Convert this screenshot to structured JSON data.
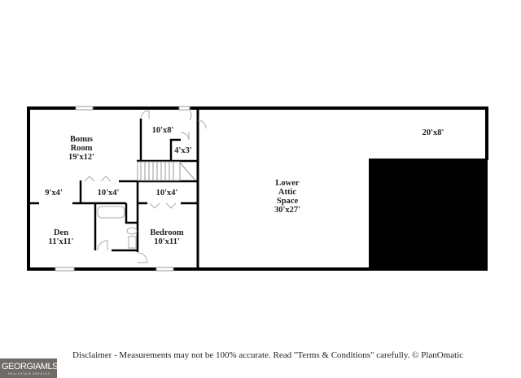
{
  "rooms": {
    "bonus_room": {
      "name": "Bonus Room",
      "name_line1": "Bonus",
      "name_line2": "Room",
      "size": "19'x12'"
    },
    "closet_a": {
      "size": "10'x8'"
    },
    "closet_b": {
      "size": "4'x3'"
    },
    "hall": {
      "size": "9'x4'"
    },
    "closet_c": {
      "size": "10'x4'"
    },
    "closet_d": {
      "size": "10'x4'"
    },
    "den": {
      "name": "Den",
      "size": "11'x11'"
    },
    "bedroom": {
      "name": "Bedroom",
      "size": "10'x11'"
    },
    "attic": {
      "name_line1": "Lower",
      "name_line2": "Attic",
      "name_line3": "Space",
      "size": "30'x27'"
    },
    "upper": {
      "size": "20'x8'"
    }
  },
  "footer": {
    "disclaimer": "Disclaimer - Measurements may not be 100% accurate. Read \"Terms & Conditions\" carefully. © PlanOmatic",
    "logo_text": "GEORGIAMLS",
    "logo_sub": "REAL ESTATE SERVICES"
  },
  "colors": {
    "wall": "#000000",
    "logo_bg": "#6f6b66"
  }
}
